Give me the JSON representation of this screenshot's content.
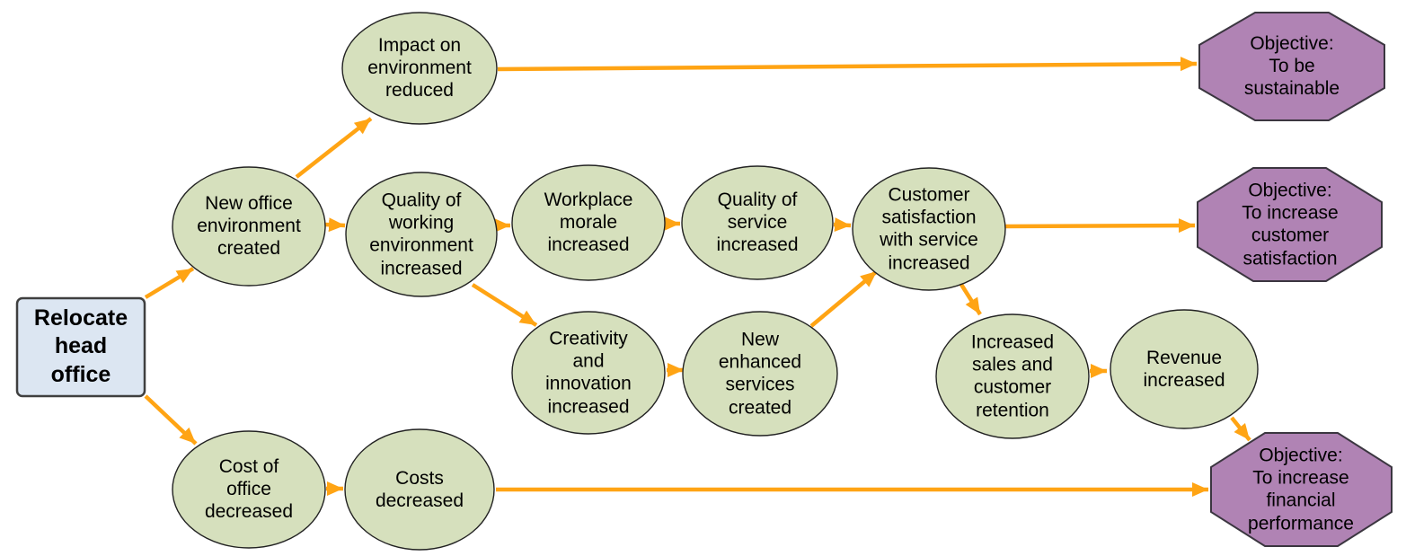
{
  "diagram": {
    "type": "benefits-dependency-network",
    "nodes": [
      {
        "id": "relocate-head-office",
        "shape": "rectangle",
        "role": "initiative",
        "label": "Relocate\nhead\noffice"
      },
      {
        "id": "impact-on-environment-reduced",
        "shape": "ellipse",
        "role": "benefit",
        "label": "Impact on\nenvironment\nreduced"
      },
      {
        "id": "new-office-environment-created",
        "shape": "ellipse",
        "role": "benefit",
        "label": "New office\nenvironment\ncreated"
      },
      {
        "id": "quality-of-working-environment-increased",
        "shape": "ellipse",
        "role": "benefit",
        "label": "Quality of\nworking\nenvironment\nincreased"
      },
      {
        "id": "workplace-morale-increased",
        "shape": "ellipse",
        "role": "benefit",
        "label": "Workplace\nmorale\nincreased"
      },
      {
        "id": "quality-of-service-increased",
        "shape": "ellipse",
        "role": "benefit",
        "label": "Quality of\nservice\nincreased"
      },
      {
        "id": "customer-satisfaction-with-service-increased",
        "shape": "ellipse",
        "role": "benefit",
        "label": "Customer\nsatisfaction\nwith service\nincreased"
      },
      {
        "id": "creativity-and-innovation-increased",
        "shape": "ellipse",
        "role": "benefit",
        "label": "Creativity\nand\ninnovation\nincreased"
      },
      {
        "id": "new-enhanced-services-created",
        "shape": "ellipse",
        "role": "benefit",
        "label": "New\nenhanced\nservices\ncreated"
      },
      {
        "id": "increased-sales-and-customer-retention",
        "shape": "ellipse",
        "role": "benefit",
        "label": "Increased\nsales and\ncustomer\nretention"
      },
      {
        "id": "revenue-increased",
        "shape": "ellipse",
        "role": "benefit",
        "label": "Revenue\nincreased"
      },
      {
        "id": "cost-of-office-decreased",
        "shape": "ellipse",
        "role": "benefit",
        "label": "Cost of\noffice\ndecreased"
      },
      {
        "id": "costs-decreased",
        "shape": "ellipse",
        "role": "benefit",
        "label": "Costs\ndecreased"
      },
      {
        "id": "objective-sustainable",
        "shape": "octagon",
        "role": "objective",
        "label": "Objective:\nTo be\nsustainable"
      },
      {
        "id": "objective-customer-satisfaction",
        "shape": "octagon",
        "role": "objective",
        "label": "Objective:\nTo increase\ncustomer\nsatisfaction"
      },
      {
        "id": "objective-financial-performance",
        "shape": "octagon",
        "role": "objective",
        "label": "Objective:\nTo increase\nfinancial\nperformance"
      }
    ],
    "edges": [
      {
        "from": "relocate-head-office",
        "to": "new-office-environment-created"
      },
      {
        "from": "relocate-head-office",
        "to": "cost-of-office-decreased"
      },
      {
        "from": "new-office-environment-created",
        "to": "impact-on-environment-reduced"
      },
      {
        "from": "new-office-environment-created",
        "to": "quality-of-working-environment-increased"
      },
      {
        "from": "impact-on-environment-reduced",
        "to": "objective-sustainable"
      },
      {
        "from": "quality-of-working-environment-increased",
        "to": "workplace-morale-increased"
      },
      {
        "from": "quality-of-working-environment-increased",
        "to": "creativity-and-innovation-increased"
      },
      {
        "from": "workplace-morale-increased",
        "to": "quality-of-service-increased"
      },
      {
        "from": "quality-of-service-increased",
        "to": "customer-satisfaction-with-service-increased"
      },
      {
        "from": "customer-satisfaction-with-service-increased",
        "to": "objective-customer-satisfaction"
      },
      {
        "from": "creativity-and-innovation-increased",
        "to": "new-enhanced-services-created"
      },
      {
        "from": "new-enhanced-services-created",
        "to": "customer-satisfaction-with-service-increased"
      },
      {
        "from": "customer-satisfaction-with-service-increased",
        "to": "increased-sales-and-customer-retention"
      },
      {
        "from": "increased-sales-and-customer-retention",
        "to": "revenue-increased"
      },
      {
        "from": "revenue-increased",
        "to": "objective-financial-performance"
      },
      {
        "from": "costs-decreased",
        "to": "objective-financial-performance"
      },
      {
        "from": "cost-of-office-decreased",
        "to": "costs-decreased"
      }
    ]
  },
  "colors": {
    "canvas_bg": "#ffffff",
    "ellipse_fill": "#d6e0bd",
    "shape_stroke": "#222222",
    "octagon_fill": "#b083b4",
    "octagon_stroke": "#3b3640",
    "start_fill": "#dce6f2",
    "start_stroke": "#3f3f3f",
    "arrow_color": "#ffa414",
    "text_color": "#000000"
  }
}
